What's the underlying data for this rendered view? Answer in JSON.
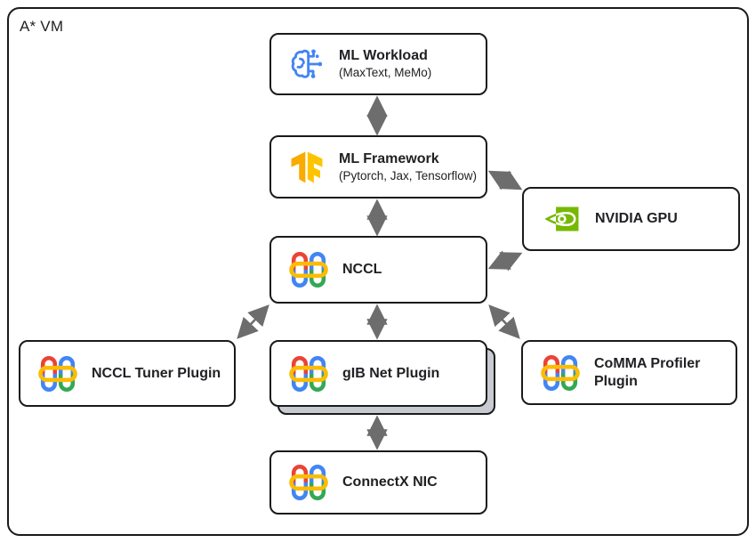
{
  "container": {
    "label": "A* VM"
  },
  "nodes": {
    "ml_workload": {
      "title": "ML Workload",
      "subtitle": "(MaxText, MeMo)",
      "icon": "brain-circuit-icon"
    },
    "ml_framework": {
      "title": "ML Framework",
      "subtitle": "(Pytorch, Jax, Tensorflow)",
      "icon": "tensorflow-icon"
    },
    "nvidia_gpu": {
      "title": "NVIDIA GPU",
      "icon": "nvidia-eye-icon"
    },
    "nccl": {
      "title": "NCCL",
      "icon": "interlocked-rings-icon"
    },
    "nccl_tuner_plugin": {
      "title": "NCCL Tuner Plugin",
      "icon": "interlocked-rings-icon"
    },
    "gib_net_plugin": {
      "title": "gIB Net Plugin",
      "icon": "interlocked-rings-icon",
      "stacked": true
    },
    "comma_profiler_plugin": {
      "title": "CoMMA Profiler Plugin",
      "icon": "interlocked-rings-icon"
    },
    "connectx_nic": {
      "title": "ConnectX NIC",
      "icon": "interlocked-rings-icon"
    }
  },
  "connections": [
    {
      "from": "ML Workload",
      "to": "ML Framework",
      "bidirectional": true
    },
    {
      "from": "ML Framework",
      "to": "NCCL",
      "bidirectional": true
    },
    {
      "from": "ML Framework",
      "to": "NVIDIA GPU",
      "bidirectional": true
    },
    {
      "from": "NCCL",
      "to": "NVIDIA GPU",
      "bidirectional": true
    },
    {
      "from": "NCCL",
      "to": "NCCL Tuner Plugin",
      "bidirectional": true
    },
    {
      "from": "NCCL",
      "to": "gIB Net Plugin",
      "bidirectional": true
    },
    {
      "from": "NCCL",
      "to": "CoMMA Profiler Plugin",
      "bidirectional": true
    },
    {
      "from": "gIB Net Plugin",
      "to": "ConnectX NIC",
      "bidirectional": true
    }
  ],
  "colors": {
    "border": "#1a1a1a",
    "arrow": "#6d6d6d",
    "box_background": "#ffffff",
    "stack_shadow": "#c7cbd1",
    "google_blue": "#4285F4",
    "google_red": "#EA4335",
    "google_yellow": "#FBBC04",
    "google_green": "#34A853",
    "nvidia_green": "#76B900",
    "tensorflow_orange": "#F9AB00",
    "tensorflow_orange_light": "#FFC400"
  }
}
